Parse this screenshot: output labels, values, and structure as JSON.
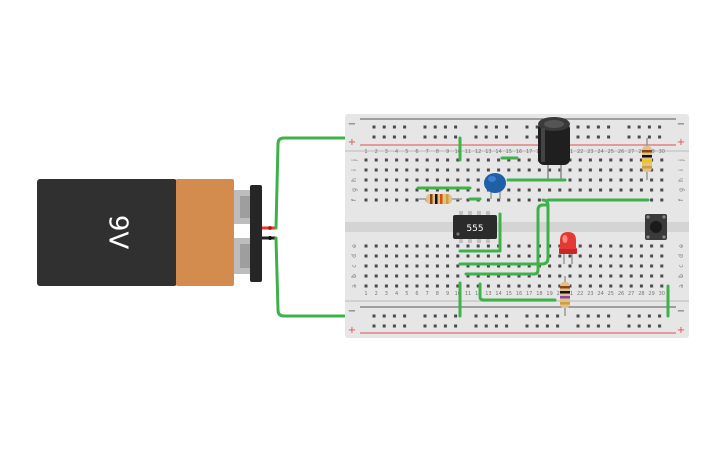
{
  "battery": {
    "label": "9V",
    "colors": {
      "body": "#303030",
      "band": "#d38b4e",
      "clip": "#262626",
      "terminal": "#c8c8c8"
    }
  },
  "breadboard": {
    "columns": 30,
    "rail_minus": "−",
    "rail_plus": "+",
    "rows_top": [
      "f",
      "g",
      "h",
      "i",
      "j"
    ],
    "rows_bottom": [
      "a",
      "b",
      "c",
      "d",
      "e"
    ],
    "colors": {
      "board": "#e6e6e6",
      "hole": "#4a4a4a",
      "rail_red": "#d9534f",
      "rail_dark": "#555555"
    }
  },
  "components": {
    "ic_label": "555",
    "capacitor_electrolytic": "electrolytic-capacitor",
    "capacitor_ceramic": "ceramic-capacitor",
    "led_color": "#e53935",
    "pushbutton": "pushbutton"
  },
  "wire_color": "#3fb14a"
}
